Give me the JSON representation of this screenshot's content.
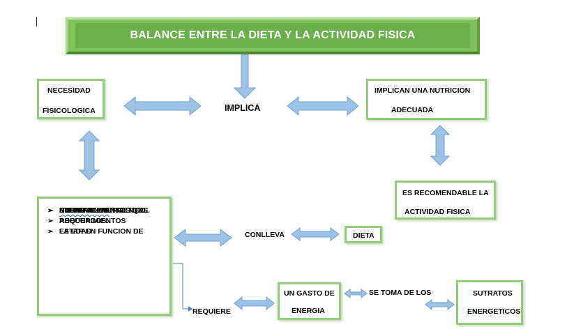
{
  "title": "BALANCE ENTRE LA DIETA Y LA ACTIVIDAD FISICA",
  "implica": "IMPLICA",
  "necesidad": {
    "line1": "NECESIDAD",
    "line2": "FISICOLOGICA"
  },
  "nutricion": {
    "line1": "IMPLICAN UNA NUTRICION",
    "line2": "ADECUADA"
  },
  "recomendable": {
    "line1": "ES RECOMENDABLE LA",
    "line2": "ACTIVIDAD FISICA"
  },
  "requirements": [
    {
      "text": "BUENA ",
      "emph": "HIDRATACION",
      "tail": " ."
    },
    {
      "text": "BALANCE ENERGETICO."
    },
    {
      "text": "EVITAR ALIMENTOS QUE",
      "cont": "NO TIENEN NUTRIENTES."
    },
    {
      "text": "REQUERIMIENTOS",
      "cont": "ADECUADOS."
    },
    {
      "text": "ESTAR EN FUNCION DE",
      "cont": "LA EDAD"
    }
  ],
  "bullet_glyph": "➢",
  "conlleva": "CONLLEVA",
  "dieta": "DIETA",
  "requiere": "REQUIERE",
  "gasto": {
    "line1": "UN GASTO DE",
    "line2": "ENERGIA"
  },
  "se_toma": "SE TOMA DE LOS",
  "sutratos": {
    "line1": "SUTRATOS",
    "line2": "ENERGETICOS"
  },
  "colors": {
    "arrow_fill": "#9cc3e6",
    "arrow_stroke": "#6f9fcf",
    "box_border": "#93cd78",
    "title_bg": "#6ab04a",
    "connector": "#4a7fc4"
  }
}
